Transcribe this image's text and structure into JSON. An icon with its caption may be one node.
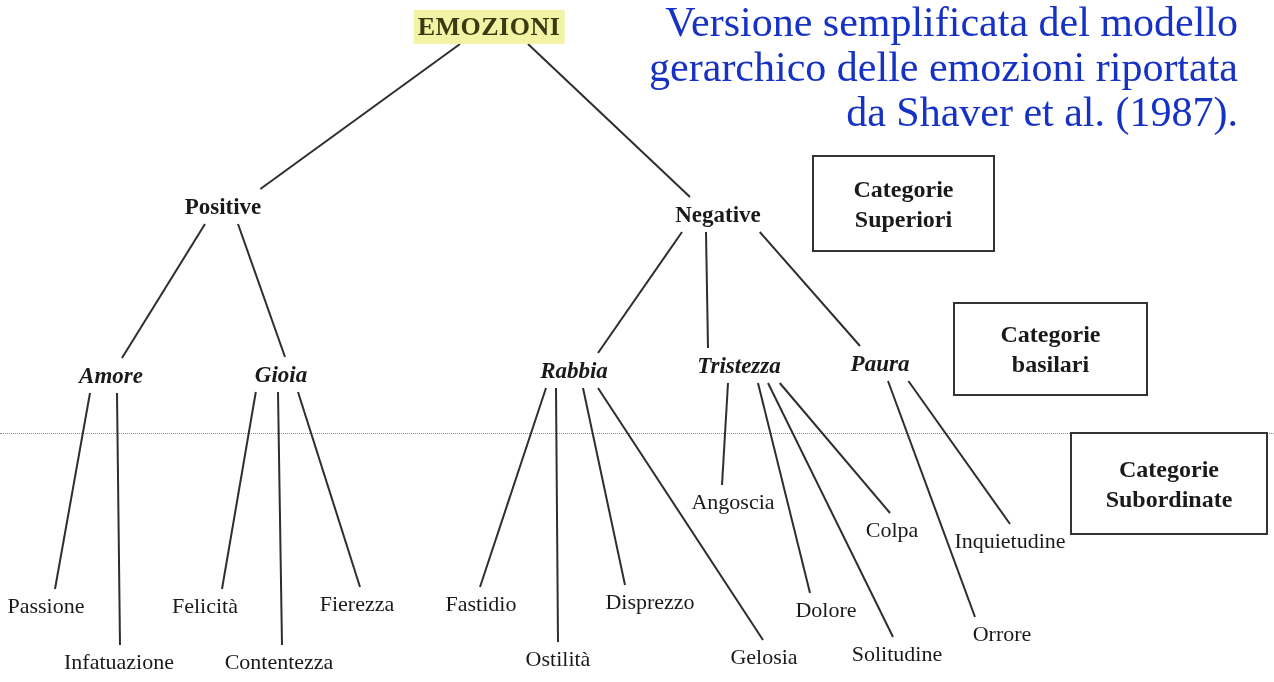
{
  "diagram": {
    "title": "Versione semplificata del modello gerarchico delle emozioni riportata da Shaver et al. (1987).",
    "nodes": [
      {
        "text": [
          "EMOZIONI"
        ]
      },
      {
        "text": [
          "Positive"
        ]
      },
      {
        "text": [
          "Negative"
        ]
      },
      {
        "text": [
          "Categorie Superiori"
        ]
      },
      {
        "text": [
          "Amore"
        ]
      },
      {
        "text": [
          "Gioia"
        ]
      },
      {
        "text": [
          "Rabbia"
        ]
      },
      {
        "text": [
          "Tristezza"
        ]
      },
      {
        "text": [
          "Paura"
        ]
      },
      {
        "text": [
          "Categorie basilari"
        ]
      },
      {
        "text": [
          "Categorie Subordinate"
        ]
      },
      {
        "text": [
          "Passione"
        ]
      },
      {
        "text": [
          "Infatuazione"
        ]
      },
      {
        "text": [
          "Felicità"
        ]
      },
      {
        "text": [
          "Contentezza"
        ]
      },
      {
        "text": [
          "Fierezza"
        ]
      },
      {
        "text": [
          "Fastidio"
        ]
      },
      {
        "text": [
          "Ostilità"
        ]
      },
      {
        "text": [
          "Disprezzo"
        ]
      },
      {
        "text": [
          "Gelosia"
        ]
      },
      {
        "text": [
          "Angoscia"
        ]
      },
      {
        "text": [
          "Dolore"
        ]
      },
      {
        "text": [
          "Solitudine"
        ]
      },
      {
        "text": [
          "Colpa"
        ]
      },
      {
        "text": [
          "Inquietudine"
        ]
      },
      {
        "text": [
          "Orrore"
        ]
      }
    ],
    "edges": [
      {
        "from": 0,
        "to": 1,
        "arrow": "none"
      },
      {
        "from": 0,
        "to": 2,
        "arrow": "none"
      },
      {
        "from": 1,
        "to": 4,
        "arrow": "none"
      },
      {
        "from": 1,
        "to": 5,
        "arrow": "none"
      },
      {
        "from": 2,
        "to": 6,
        "arrow": "none"
      },
      {
        "from": 2,
        "to": 7,
        "arrow": "none"
      },
      {
        "from": 2,
        "to": 8,
        "arrow": "none"
      },
      {
        "from": 4,
        "to": 11,
        "arrow": "none"
      },
      {
        "from": 4,
        "to": 12,
        "arrow": "none"
      },
      {
        "from": 5,
        "to": 13,
        "arrow": "none"
      },
      {
        "from": 5,
        "to": 14,
        "arrow": "none"
      },
      {
        "from": 5,
        "to": 15,
        "arrow": "none"
      },
      {
        "from": 6,
        "to": 16,
        "arrow": "none"
      },
      {
        "from": 6,
        "to": 17,
        "arrow": "none"
      },
      {
        "from": 6,
        "to": 18,
        "arrow": "none"
      },
      {
        "from": 6,
        "to": 19,
        "arrow": "none"
      },
      {
        "from": 7,
        "to": 20,
        "arrow": "none"
      },
      {
        "from": 7,
        "to": 21,
        "arrow": "none"
      },
      {
        "from": 7,
        "to": 22,
        "arrow": "none"
      },
      {
        "from": 7,
        "to": 23,
        "arrow": "none"
      },
      {
        "from": 8,
        "to": 24,
        "arrow": "none"
      },
      {
        "from": 8,
        "to": 25,
        "arrow": "none"
      }
    ]
  }
}
